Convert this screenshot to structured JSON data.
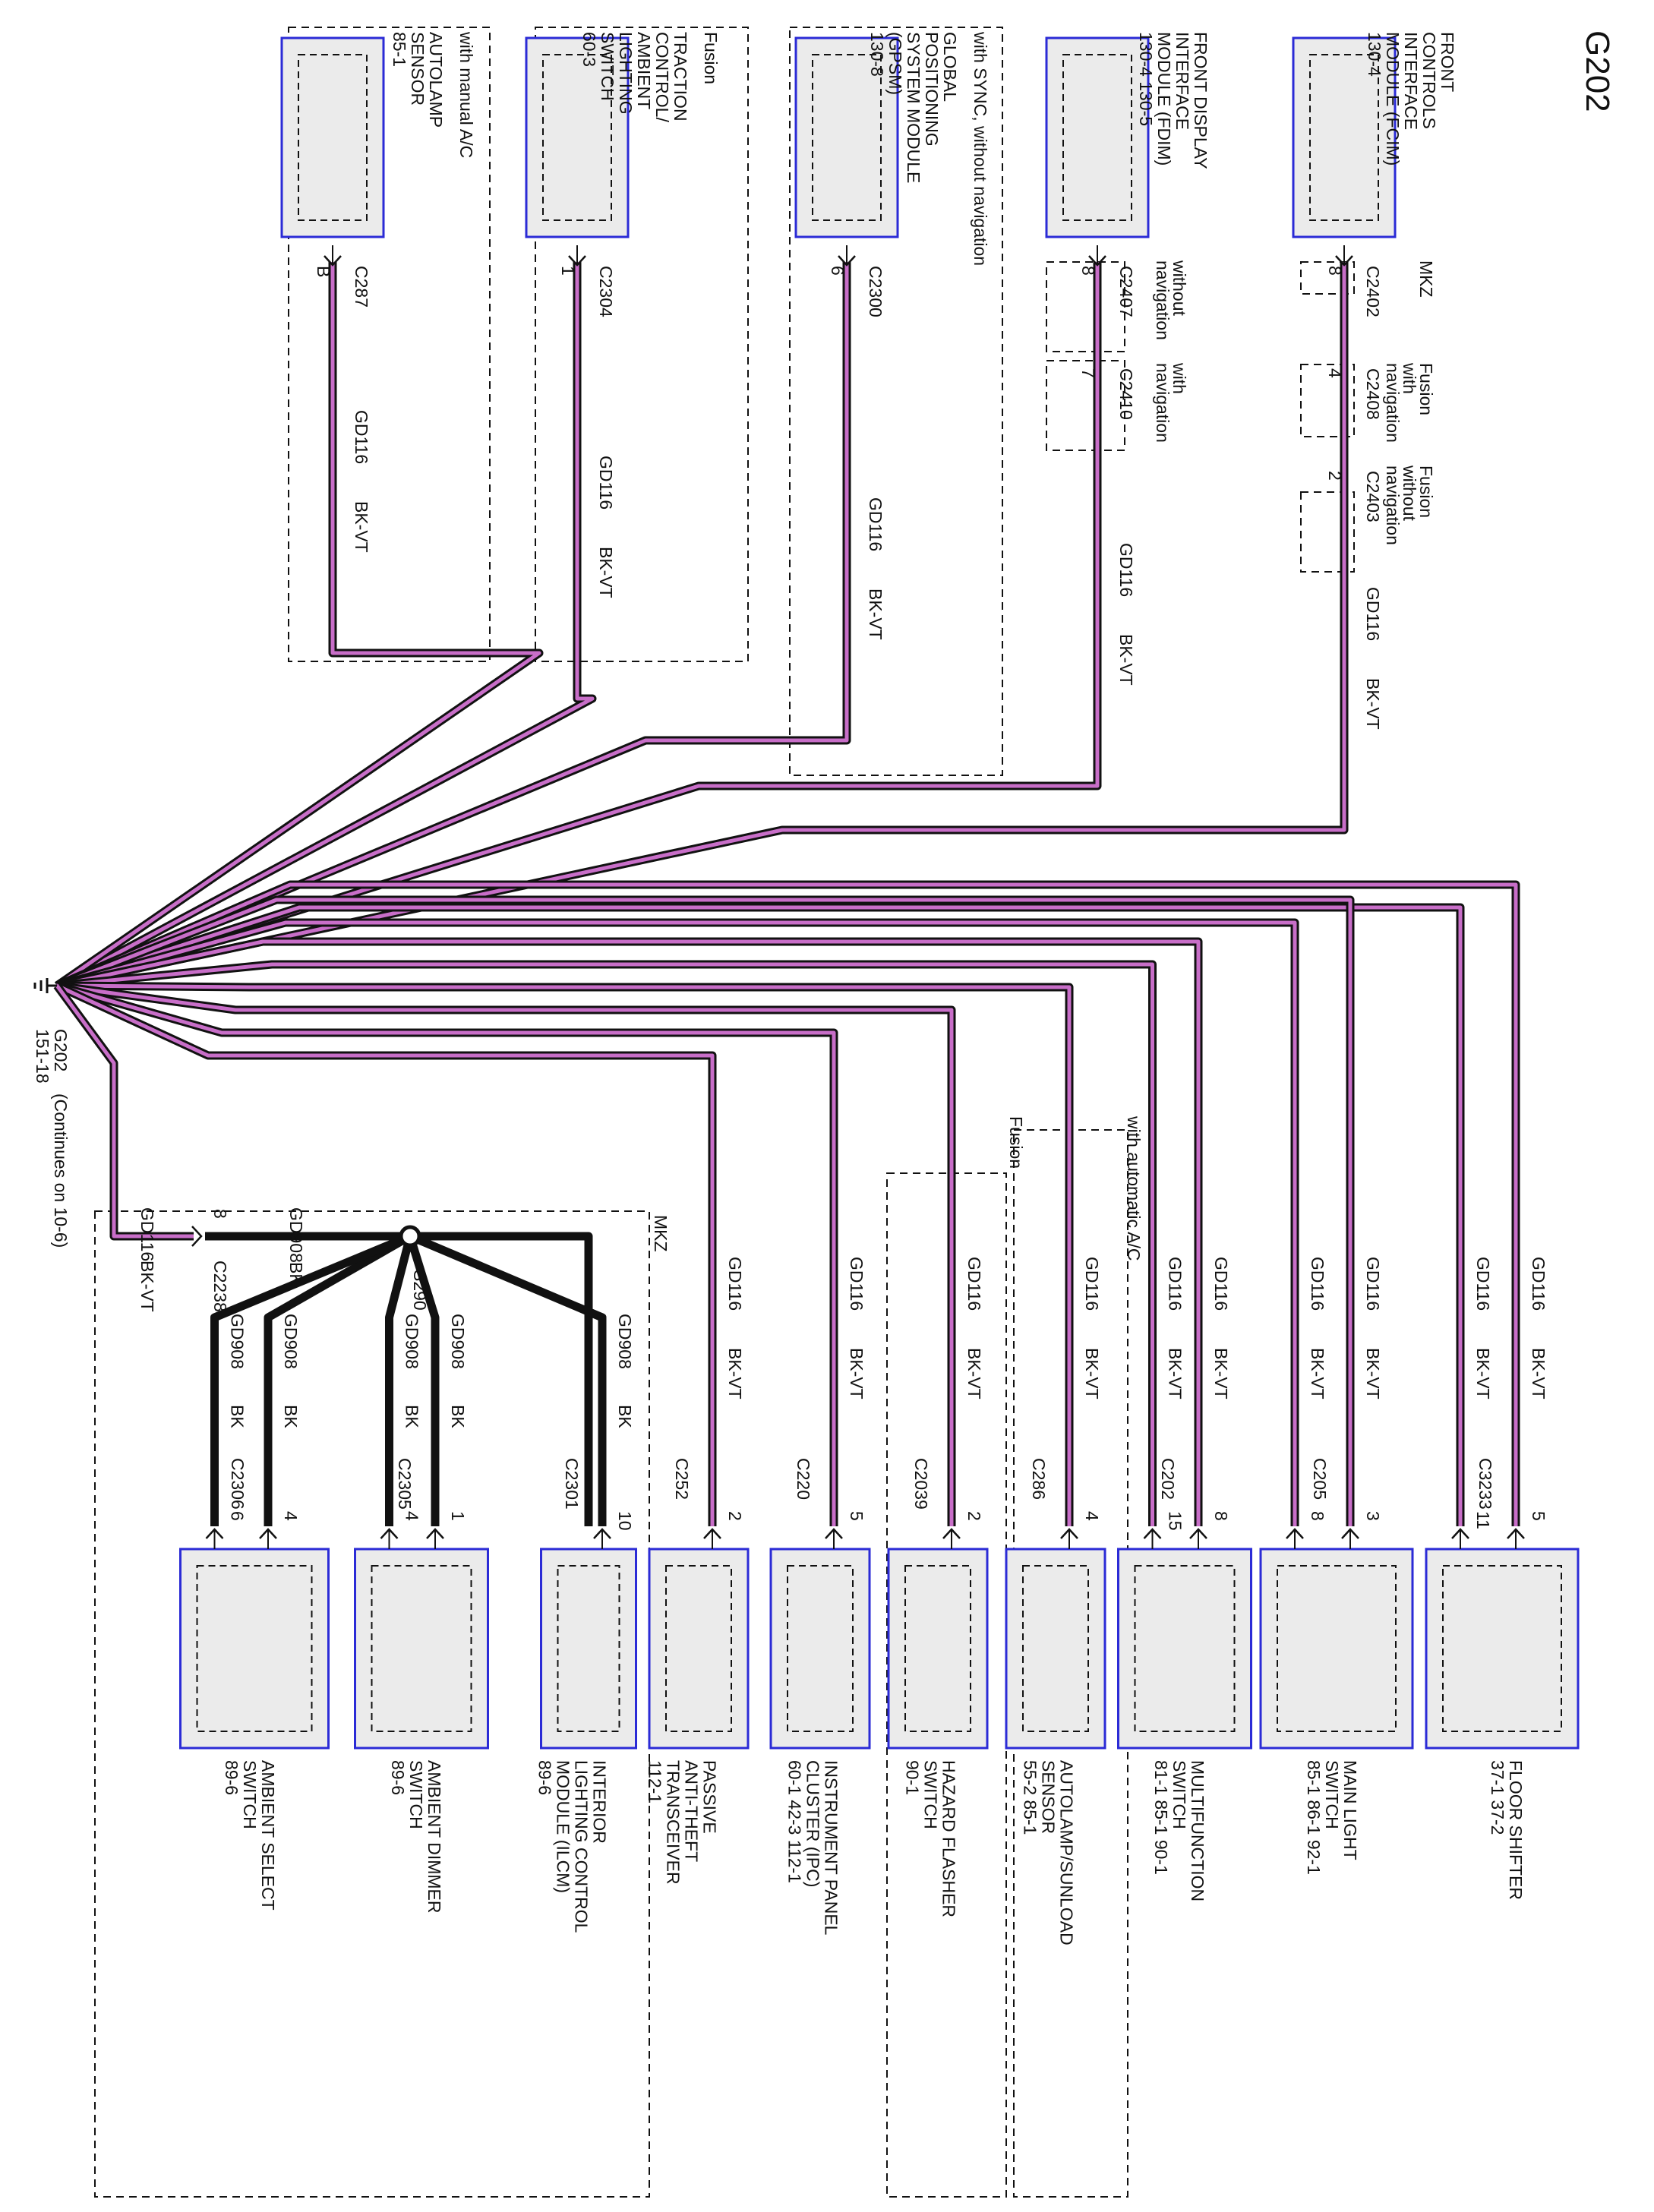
{
  "title": "G202",
  "ground": {
    "id": "G202",
    "page_ref": "151-18",
    "continues": "(Continues on 10-6)"
  },
  "top_components": [
    {
      "name": "FRONT CONTROLS INTERFACE MODULE (FCIM)",
      "refs": "130-4",
      "connectors": [
        {
          "conn": "C2402",
          "pin": "8",
          "variant": "MKZ"
        },
        {
          "conn": "C2408",
          "pin": "4",
          "variant": "Fusion with navigation"
        },
        {
          "conn": "C2403",
          "pin": "2",
          "variant": "Fusion without navigation"
        }
      ],
      "circuit": "GD116",
      "wire_color": "BK-VT"
    },
    {
      "name": "FRONT DISPLAY INTERFACE MODULE (FDIM)",
      "refs": "130-4   130-5",
      "connectors": [
        {
          "conn": "C2407",
          "pin": "8",
          "variant": "without navigation"
        },
        {
          "conn": "C2410",
          "pin": "7",
          "variant": "with navigation"
        }
      ],
      "circuit": "GD116",
      "wire_color": "BK-VT"
    },
    {
      "name": "GLOBAL POSITIONING SYSTEM MODULE (GPSM)",
      "refs": "130-8",
      "group": "with SYNC, without navigation",
      "connectors": [
        {
          "conn": "C2300",
          "pin": "6"
        }
      ],
      "circuit": "GD116",
      "wire_color": "BK-VT"
    },
    {
      "name": "TRACTION CONTROL/ AMBIENT LIGHTING SWITCH",
      "refs": "60-3",
      "group": "Fusion",
      "connectors": [
        {
          "conn": "C2304",
          "pin": "1"
        }
      ],
      "circuit": "GD116",
      "wire_color": "BK-VT"
    },
    {
      "name": "AUTOLAMP SENSOR",
      "refs": "85-1",
      "group": "with manual A/C",
      "connectors": [
        {
          "conn": "C287",
          "pin": "B"
        }
      ],
      "circuit": "GD116",
      "wire_color": "BK-VT"
    }
  ],
  "bottom_components": [
    {
      "name": "FLOOR SHIFTER",
      "refs": "37-1 37-2",
      "conn": "C3233",
      "pins": [
        "5",
        "11"
      ],
      "circuit": "GD116",
      "wire_color": "BK-VT"
    },
    {
      "name": "MAIN LIGHT SWITCH",
      "refs": "85-1   86-1 92-1",
      "conn": "C205",
      "pins": [
        "3",
        "8"
      ],
      "circuit": "GD116",
      "wire_color": "BK-VT"
    },
    {
      "name": "MULTIFUNCTION SWITCH",
      "refs": "81-1   85-1 90-1",
      "conn": "C202",
      "pins": [
        "8",
        "15"
      ],
      "circuit": "GD116",
      "wire_color": "BK-VT"
    },
    {
      "name": "AUTOLAMP/SUNLOAD SENSOR",
      "refs": "55-2 85-1",
      "conn": "C286",
      "pins": [
        "4"
      ],
      "group": "with automatic A/C",
      "circuit": "GD116",
      "wire_color": "BK-VT"
    },
    {
      "name": "HAZARD FLASHER SWITCH",
      "refs": "90-1",
      "conn": "C2039",
      "pins": [
        "2"
      ],
      "group": "Fusion",
      "circuit": "GD116",
      "wire_color": "BK-VT"
    },
    {
      "name": "INSTRUMENT PANEL CLUSTER (IPC)",
      "refs": "60-1   42-3 112-1",
      "conn": "C220",
      "pins": [
        "5"
      ],
      "circuit": "GD116",
      "wire_color": "BK-VT"
    },
    {
      "name": "PASSIVE ANTI-THEFT TRANSCEIVER",
      "refs": "112-1",
      "conn": "C252",
      "pins": [
        "2"
      ],
      "circuit": "GD116",
      "wire_color": "BK-VT"
    },
    {
      "name": "INTERIOR LIGHTING CONTROL MODULE (ILCM)",
      "refs": "89-6",
      "conn": "C2301",
      "pins": [
        "10"
      ],
      "circuit": "GD908",
      "wire_color": "BK"
    },
    {
      "name": "AMBIENT DIMMER SWITCH",
      "refs": "89-6",
      "conn": "C2305",
      "pins": [
        "1",
        "4"
      ],
      "circuit": "GD908",
      "wire_color": "BK"
    },
    {
      "name": "AMBIENT SELECT SWITCH",
      "refs": "89-6",
      "conn": "C2306",
      "pins": [
        "4",
        "6"
      ],
      "circuit": "GD908",
      "wire_color": "BK"
    }
  ],
  "mkz_group": {
    "label": "MKZ",
    "splice": "S290",
    "inline_connector": "C2238",
    "inline_pin": "8",
    "circuit_in": "GD116",
    "circuit_in_color": "BK-VT",
    "circuit_out": "GD908",
    "circuit_out_color": "BK"
  },
  "colors": {
    "wire_fill": "#c86ec8",
    "wire_outline": "#111111",
    "component_border": "#2b2bd6",
    "component_fill": "#ebebeb"
  }
}
